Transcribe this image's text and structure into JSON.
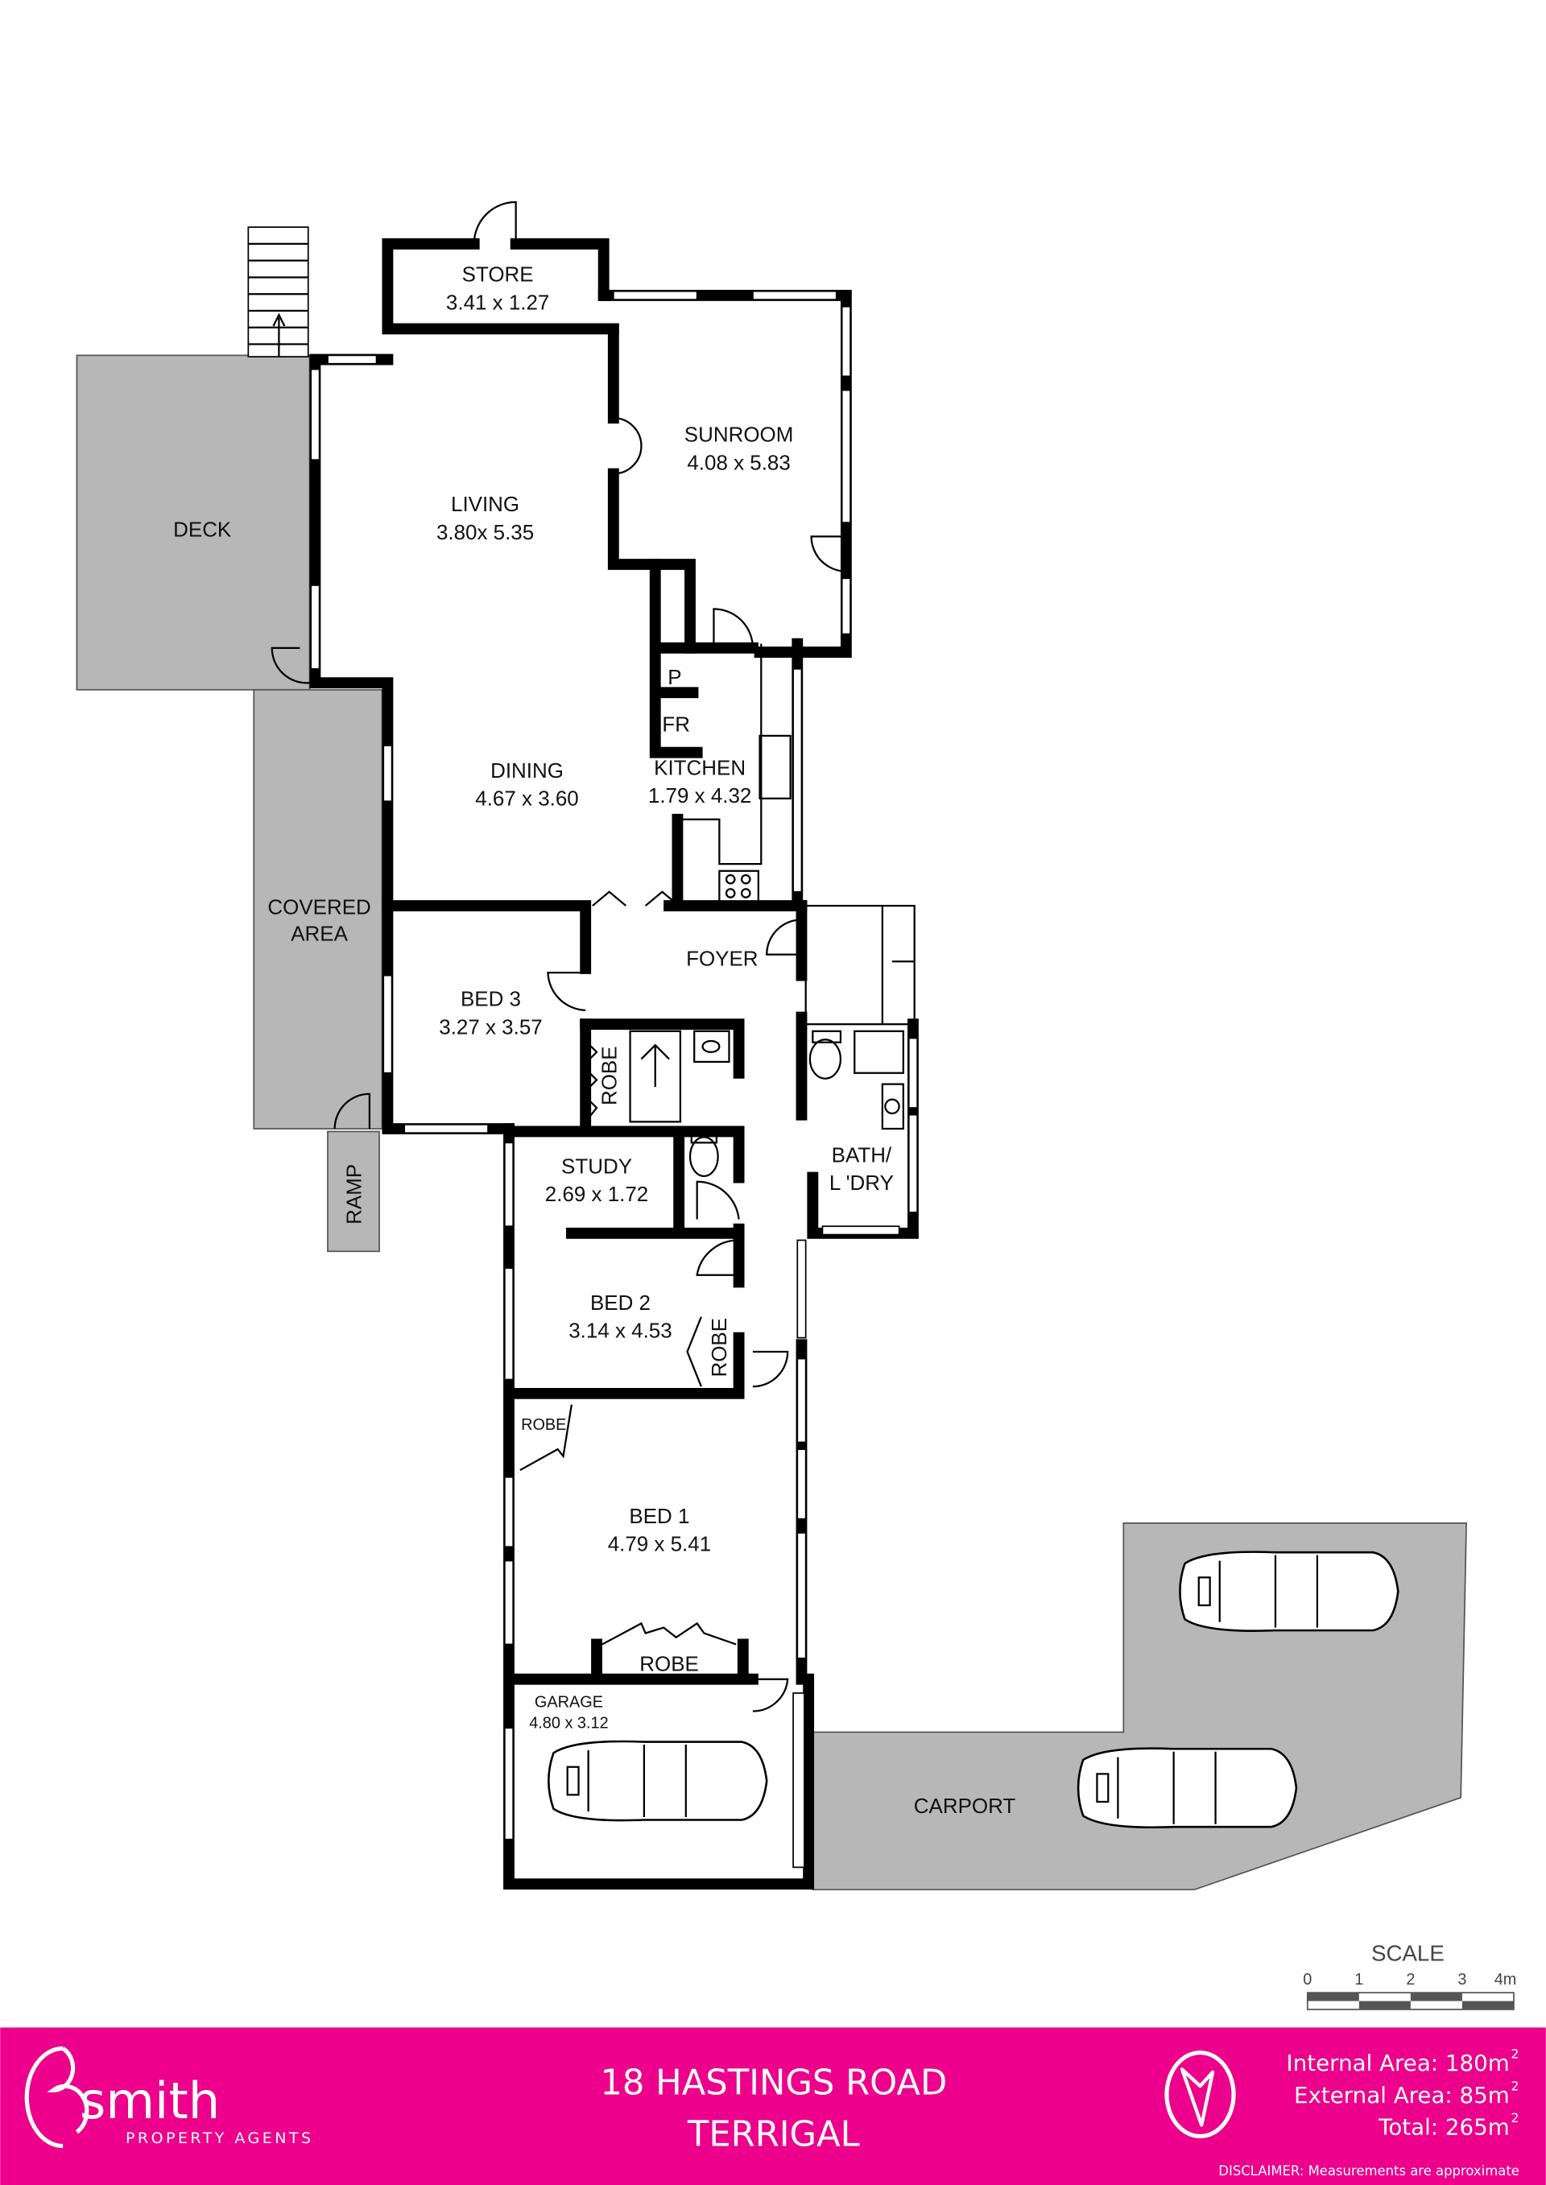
{
  "rooms": {
    "store": {
      "name": "STORE",
      "size": "3.41 x 1.27"
    },
    "sunroom": {
      "name": "SUNROOM",
      "size": "4.08 x 5.83"
    },
    "living": {
      "name": "LIVING",
      "size": "3.80x 5.35"
    },
    "deck": {
      "name": "DECK"
    },
    "dining": {
      "name": "DINING",
      "size": "4.67 x 3.60"
    },
    "kitchen": {
      "name": "KITCHEN",
      "size": "1.79 x 4.32"
    },
    "pantry": {
      "name": "P"
    },
    "fridge": {
      "name": "FR"
    },
    "covered": {
      "name_line1": "COVERED",
      "name_line2": "AREA"
    },
    "foyer": {
      "name": "FOYER"
    },
    "bed3": {
      "name": "BED 3",
      "size": "3.27 x 3.57"
    },
    "bed3_robe": {
      "name": "ROBE"
    },
    "ramp": {
      "name": "RAMP"
    },
    "study": {
      "name": "STUDY",
      "size": "2.69 x 1.72"
    },
    "bath": {
      "name_line1": "BATH/",
      "name_line2": "L 'DRY"
    },
    "bed2": {
      "name": "BED 2",
      "size": "3.14 x 4.53"
    },
    "bed2_robe": {
      "name": "ROBE"
    },
    "bed1": {
      "name": "BED 1",
      "size": "4.79 x 5.41"
    },
    "bed1_robe_corner": {
      "name": "ROBE"
    },
    "bed1_robe": {
      "name": "ROBE"
    },
    "garage": {
      "name": "GARAGE",
      "size": "4.80 x 3.12"
    },
    "carport": {
      "name": "CARPORT"
    }
  },
  "scale": {
    "title": "SCALE",
    "ticks": [
      "0",
      "1",
      "2",
      "3",
      "4m"
    ]
  },
  "footer": {
    "brand_color": "#EC008C",
    "logo_name": "smith",
    "logo_tagline": "PROPERTY AGENTS",
    "address_line1": "18 HASTINGS ROAD",
    "address_line2": "TERRIGAL",
    "internal_area": "Internal Area: 180m",
    "external_area": "External Area: 85m",
    "total_area": "Total: 265m",
    "sup": "2",
    "disclaimer": "DISCLAIMER: Measurements are approximate"
  }
}
